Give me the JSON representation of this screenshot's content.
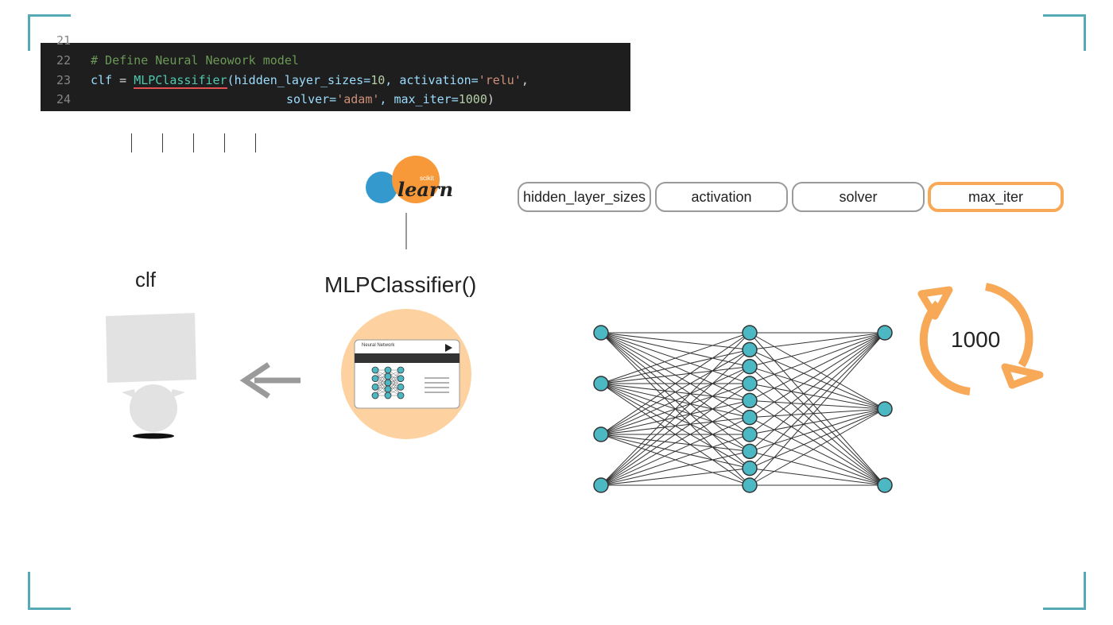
{
  "code": {
    "lines": [
      {
        "num": "21"
      },
      {
        "num": "22",
        "comment": "# Define Neural Neowork model"
      },
      {
        "num": "23",
        "var": "clf",
        "eq": " = ",
        "cls": "MLPClassifier",
        "p1": "(hidden_layer_sizes=",
        "n1": "10",
        "p2": ", activation=",
        "s1": "'relu'",
        "p3": ","
      },
      {
        "num": "24",
        "p1": "solver=",
        "s1": "'adam'",
        "p2": ", max_iter=",
        "n1": "1000",
        "p3": ")"
      }
    ]
  },
  "logo": {
    "small": "scikit",
    "main": "learn",
    "colors": {
      "blue": "#3499cd",
      "orange": "#f89939"
    }
  },
  "params": [
    {
      "label": "hidden_layer_sizes",
      "active": false
    },
    {
      "label": "activation",
      "active": false
    },
    {
      "label": "solver",
      "active": false
    },
    {
      "label": "max_iter",
      "active": true
    }
  ],
  "clf_label": "clf",
  "classifier_label": "MLPClassifier()",
  "card_title": "Neural Network",
  "iterations": "1000",
  "network": {
    "layers": [
      4,
      10,
      3
    ],
    "node_color": "#4cb8c4",
    "edge_color": "#333333"
  },
  "colors": {
    "accent": "#f7a957",
    "circle": "#fdd2a0",
    "corner": "#55aab5",
    "robot": "#e2e2e2"
  }
}
